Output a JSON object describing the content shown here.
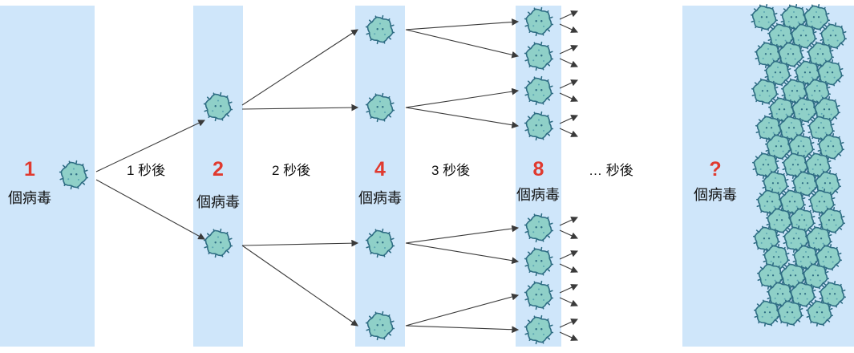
{
  "columns": [
    {
      "count": "1",
      "unit": "個病毒"
    },
    {
      "count": "2",
      "unit": "個病毒"
    },
    {
      "count": "4",
      "unit": "個病毒"
    },
    {
      "count": "8",
      "unit": "個病毒"
    },
    {
      "count": "?",
      "unit": "個病毒"
    }
  ],
  "steps": [
    "1 秒後",
    "2 秒後",
    "3 秒後",
    "… 秒後"
  ],
  "colors": {
    "column_bg": "#cfe6fa",
    "count_text": "#e03a2f",
    "virus_fill": "#8fd0c8",
    "virus_outline": "#2f6d84",
    "arrow": "#3a3a3a"
  },
  "icons": {
    "virus": "virus-icon",
    "arrow": "arrow-right-icon"
  }
}
